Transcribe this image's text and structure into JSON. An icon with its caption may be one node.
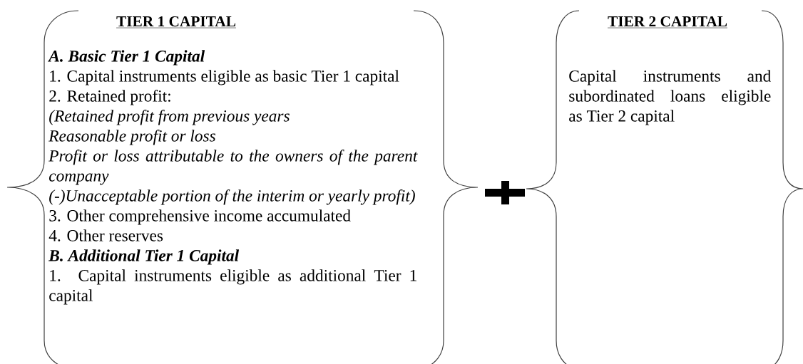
{
  "diagram": {
    "nodes": [
      {
        "text": [
          "TIER 1 CAPITAL",
          "A. Basic Tier 1 Capital",
          "1. Capital instruments eligible as basic Tier 1 capital",
          "2. Retained profit:",
          "(Retained profit from previous years",
          "Reasonable profit or loss",
          "Profit or loss attributable to the owners of the parent company",
          "(-)Unacceptable portion of the interim or yearly profit)",
          "3. Other comprehensive income accumulated",
          "4. Other reserves",
          "B. Additional Tier 1 Capital",
          "1. Capital instruments eligible as additional Tier 1 capital"
        ]
      },
      {
        "text": [
          "TIER 2 CAPITAL",
          "Capital instruments and subordinated loans eligible as Tier 2 capital"
        ]
      }
    ]
  }
}
